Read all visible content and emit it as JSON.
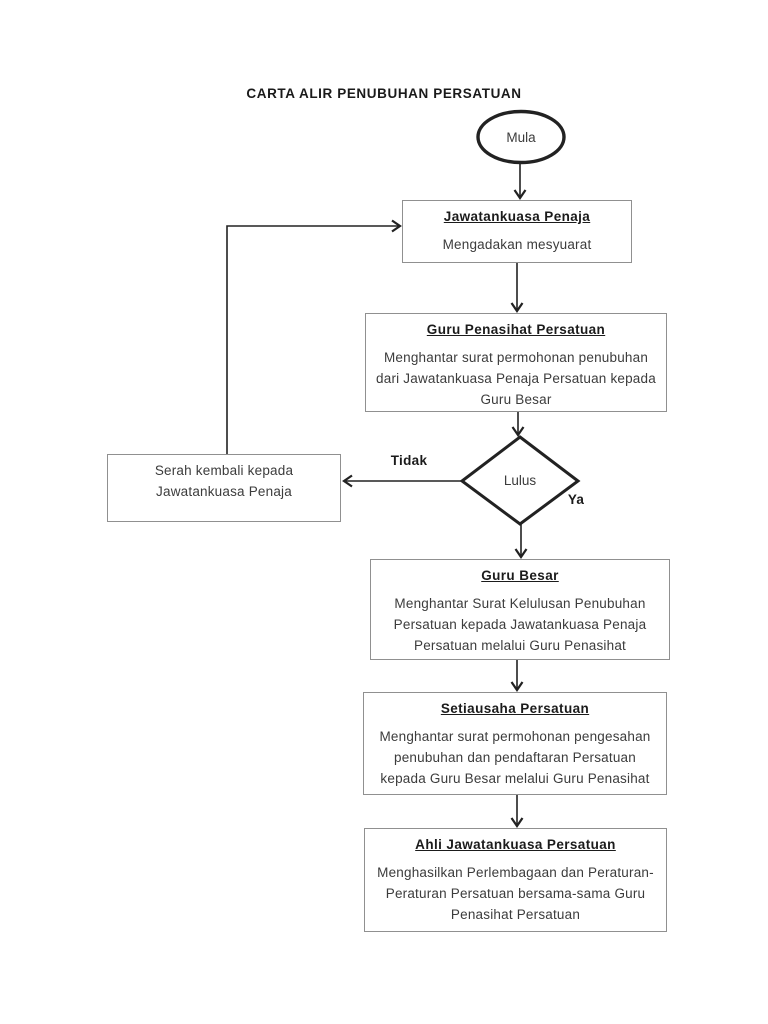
{
  "page": {
    "title": "CARTA ALIR PENUBUHAN PERSATUAN"
  },
  "flowchart": {
    "start_label": "Mula",
    "decision_label": "Lulus",
    "branch_no_label": "Tidak",
    "branch_yes_label": "Ya",
    "steps": {
      "jawatankuasa_penaja": {
        "title": "Jawatankuasa Penaja",
        "body": "Mengadakan mesyuarat"
      },
      "guru_penasihat": {
        "title": "Guru Penasihat Persatuan",
        "body": "Menghantar surat permohonan penubuhan\ndari Jawatankuasa Penaja Persatuan kepada\nGuru Besar"
      },
      "serah_kembali": {
        "body": "Serah kembali kepada\nJawatankuasa Penaja"
      },
      "guru_besar": {
        "title": "Guru Besar",
        "body": "Menghantar Surat Kelulusan Penubuhan\nPersatuan kepada Jawatankuasa Penaja\nPersatuan melalui Guru Penasihat"
      },
      "setiausaha": {
        "title": "Setiausaha Persatuan",
        "body": "Menghantar surat permohonan pengesahan\npenubuhan dan pendaftaran Persatuan\nkepada Guru Besar melalui Guru Penasihat"
      },
      "ahli_jawatankuasa": {
        "title": "Ahli Jawatankuasa Persatuan",
        "body": "Menghasilkan Perlembagaan dan Peraturan-\nPeraturan Persatuan bersama-sama Guru\nPenasihat Persatuan"
      }
    }
  },
  "colors": {
    "background": "#ffffff",
    "ink": "#222222",
    "text": "#3c3c3c",
    "box_border": "#909090"
  }
}
